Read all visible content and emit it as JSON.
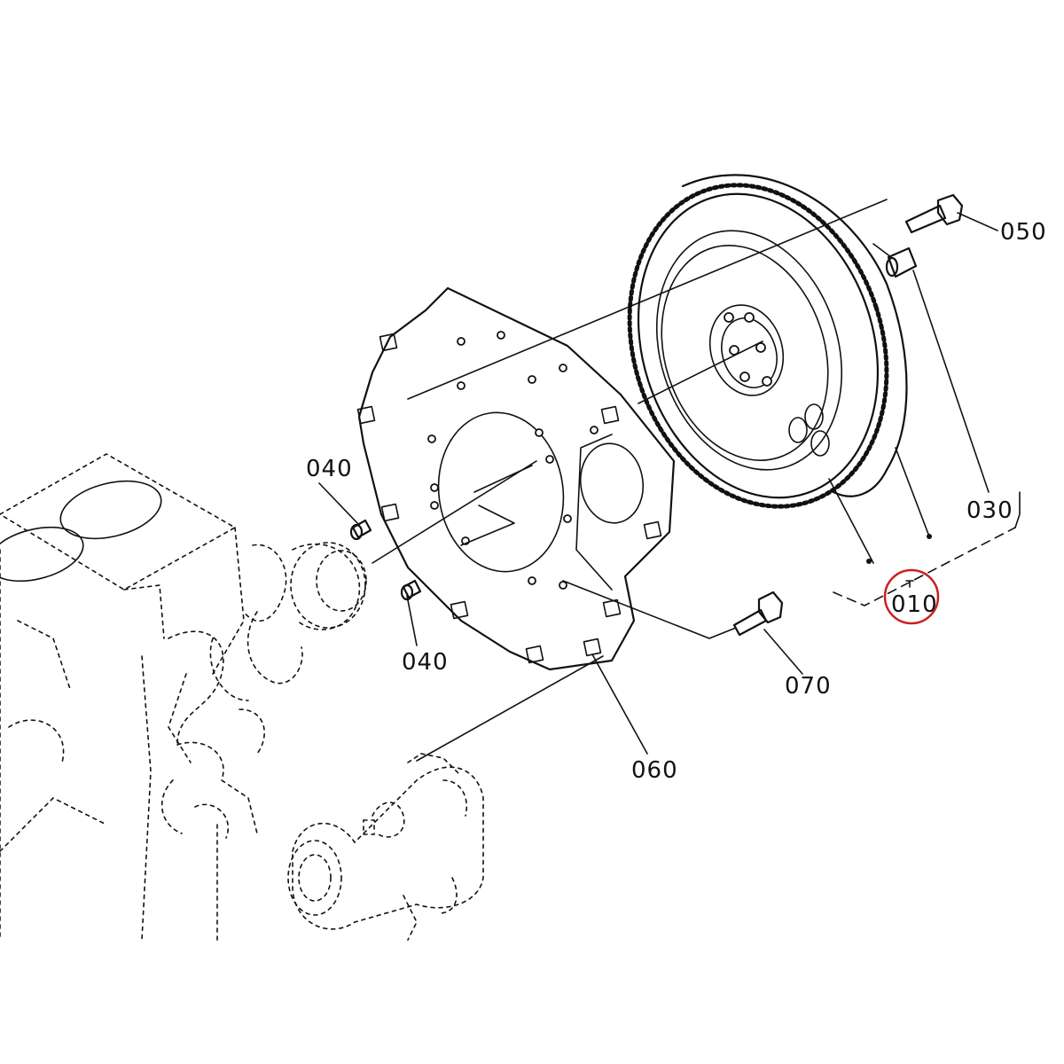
{
  "diagram": {
    "labels": {
      "part_050": "050",
      "part_030": "030",
      "part_010": "010",
      "part_040_upper": "040",
      "part_040_lower": "040",
      "part_070": "070",
      "part_060": "060"
    },
    "colors": {
      "ink": "#111111",
      "highlight_circle": "#cc1f1f",
      "background": "#ffffff"
    },
    "highlighted_part": "010"
  }
}
